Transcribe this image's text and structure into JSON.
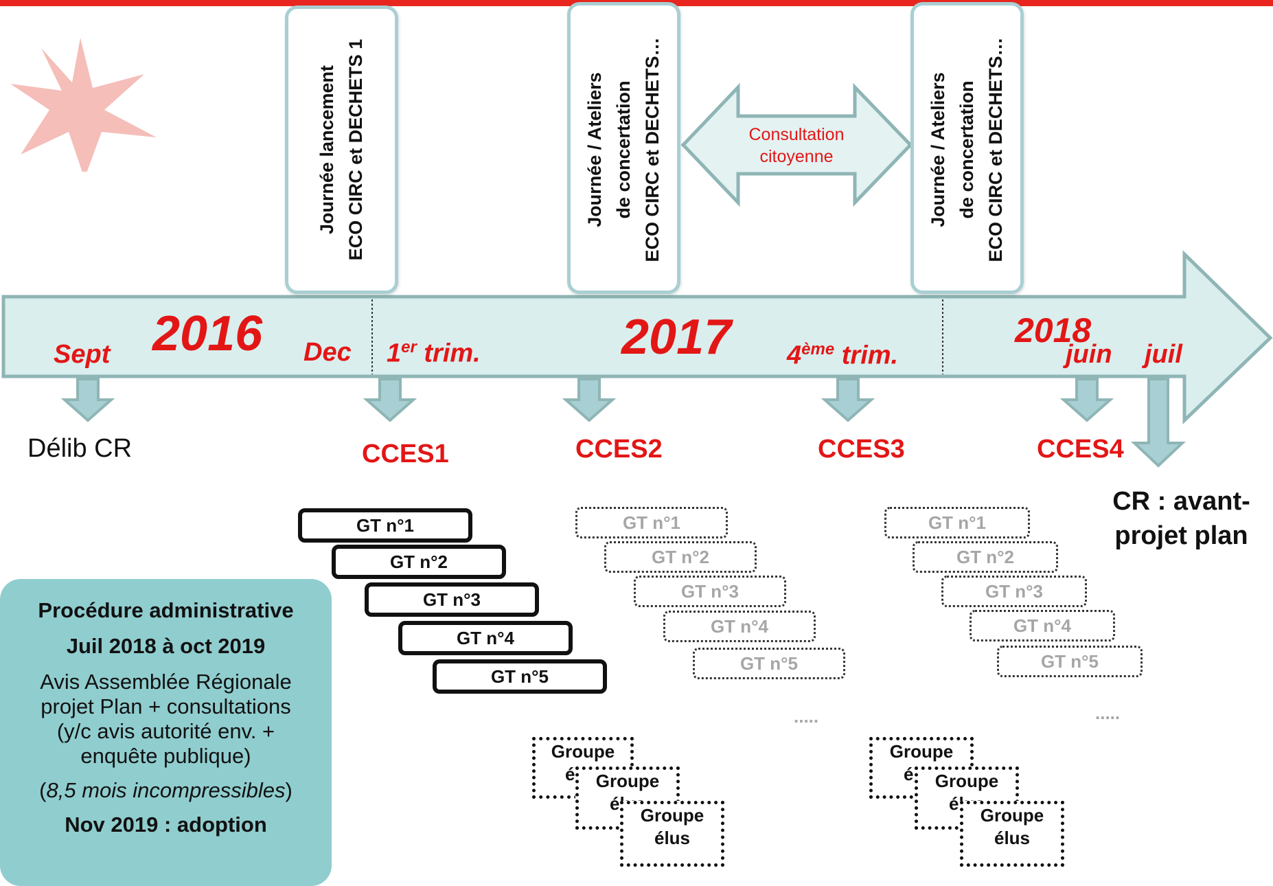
{
  "timeline": {
    "year_2016": "2016",
    "year_2017": "2017",
    "year_2018": "2018",
    "sept": "Sept",
    "dec": "Dec",
    "trim1": "1",
    "trim1_sup": "er",
    "trim1_rest": " trim.",
    "trim4": "4",
    "trim4_sup": "ème",
    "trim4_rest": " trim.",
    "juin": "juin",
    "juil": "juil"
  },
  "events": {
    "lancement": [
      "Journée lancement",
      "ECO CIRC et DECHETS 1"
    ],
    "ateliers_1": [
      "Journée / Ateliers",
      "de concertation",
      "ECO CIRC et DECHETS…"
    ],
    "ateliers_2": [
      "Journée / Ateliers",
      "de concertation",
      "ECO CIRC et DECHETS…"
    ]
  },
  "consultation": [
    "Consultation",
    "citoyenne"
  ],
  "milestones": {
    "delib": "Délib CR",
    "cces1": "CCES1",
    "cces2": "CCES2",
    "cces3": "CCES3",
    "cces4": "CCES4",
    "cr_avant_projet": [
      "CR : avant-",
      "projet plan"
    ]
  },
  "gt_labels": [
    "GT n°1",
    "GT n°2",
    "GT n°3",
    "GT n°4",
    "GT n°5"
  ],
  "ellipsis": ".....",
  "groupe": {
    "label1": "Groupe",
    "label1b": "élus",
    "label2": "Groupe",
    "label2b": "élus",
    "label3": "Groupe",
    "label3b": "élus"
  },
  "procedure": {
    "title": "Procédure administrative",
    "dates": "Juil 2018  à oct 2019",
    "line1": "Avis Assemblée Régionale",
    "line2": "projet Plan + consultations",
    "line3": "(y/c avis autorité env. +",
    "line4": "enquête publique)",
    "note_open": "(",
    "note_italic": "8,5 mois  incompressibles",
    "note_close": ")",
    "adoption": "Nov 2019 : adoption"
  },
  "colors": {
    "accent_red": "#e31616",
    "teal_fill": "#daeeee",
    "teal_border": "#8fb5b5",
    "box_fill": "#90cdcf"
  }
}
